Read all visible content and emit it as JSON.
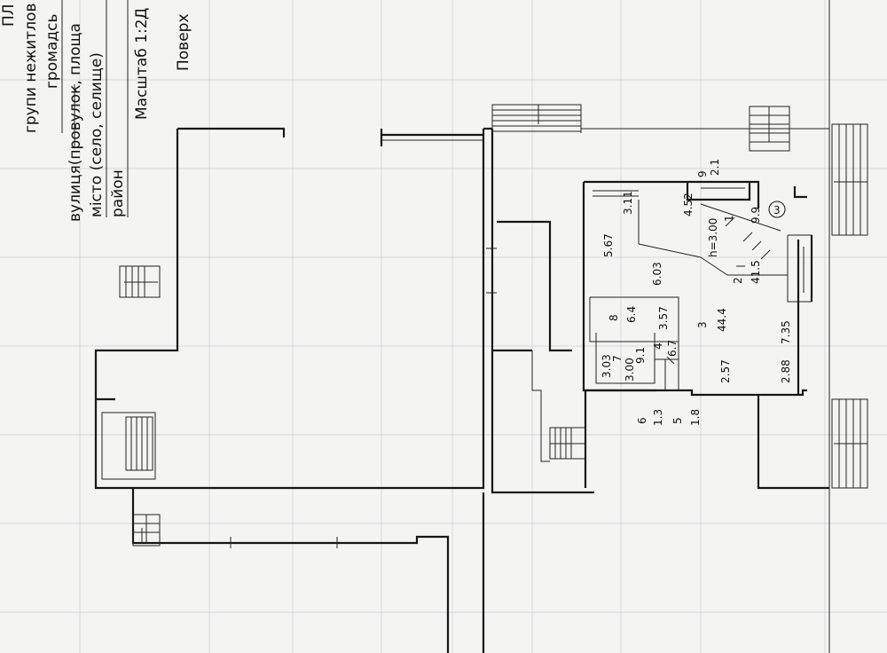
{
  "header": {
    "line1": "ПЛ",
    "line2": "групи нежитлов",
    "line3": "громадсь",
    "street_label": "вулиця(провулок, площа",
    "city_label": "місто (село, селище)",
    "district_label": "район",
    "scale_label": "Масштаб 1:2",
    "floor_label": "Поверх",
    "district_value": "Д"
  },
  "rooms": [
    {
      "num": "1",
      "area": "9.9"
    },
    {
      "num": "2",
      "area": "41.5"
    },
    {
      "num": "3",
      "area": "44.4"
    },
    {
      "num": "4",
      "area": "6.7"
    },
    {
      "num": "5",
      "area": "1.8"
    },
    {
      "num": "6",
      "area": "1.3"
    },
    {
      "num": "7",
      "area": "9.1"
    },
    {
      "num": "8",
      "area": "6.4"
    },
    {
      "num": "9",
      "area": "2.1"
    }
  ],
  "dimensions": {
    "d1": "3.11",
    "d2": "4.52",
    "d3": "5.67",
    "d4": "6.03",
    "d5": "3.57",
    "d6": "3.03",
    "d7": "3.00",
    "d8": "2.57",
    "d9": "2.88",
    "d10": "7.35",
    "height": "h=3.00"
  },
  "circle_marker": "3"
}
